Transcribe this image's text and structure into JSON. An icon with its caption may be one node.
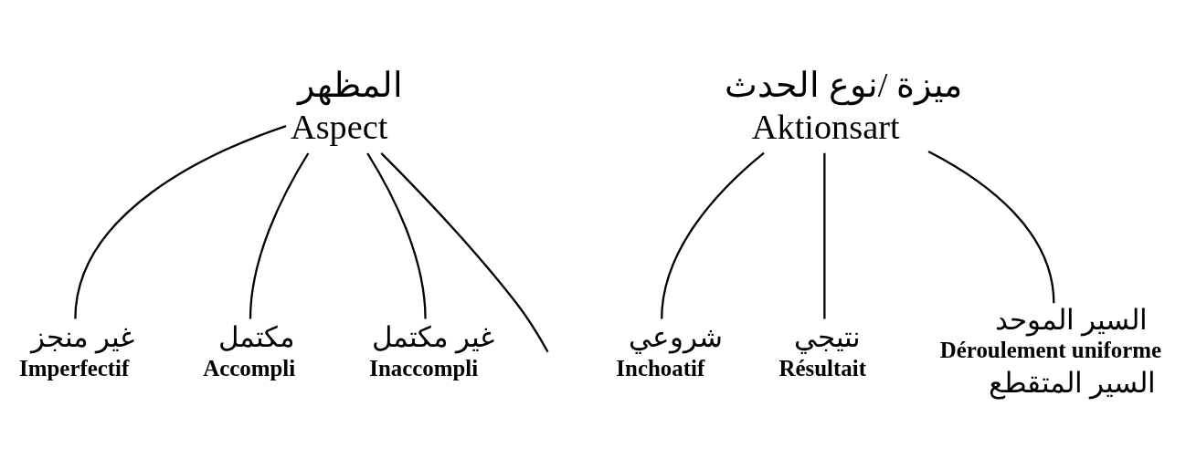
{
  "diagram": {
    "nodes": [
      {
        "text": [
          "المظهر",
          "Aspect"
        ]
      },
      {
        "text": [
          "غير منجز",
          "Imperfectif"
        ]
      },
      {
        "text": [
          "مكتمل",
          "Accompli"
        ]
      },
      {
        "text": [
          "غير مكتمل",
          "Inaccompli"
        ]
      },
      {
        "text": [
          "ميزة /نوع الحدث",
          "Aktionsart"
        ]
      },
      {
        "text": [
          "شروعي",
          "Inchoatif"
        ]
      },
      {
        "text": [
          "نتيجي",
          "Résultait"
        ]
      },
      {
        "text": [
          "السير الموحد",
          "Déroulement uniforme"
        ],
        "beside": [
          "السير المتقطع"
        ]
      }
    ],
    "edges": [
      {
        "from": 0,
        "to": null,
        "arrow": "none"
      },
      {
        "from": 0,
        "to": 1,
        "arrow": "none"
      },
      {
        "from": 0,
        "to": 2,
        "arrow": "none"
      },
      {
        "from": 0,
        "to": 3,
        "arrow": "none"
      },
      {
        "from": 4,
        "to": 5,
        "arrow": "none"
      },
      {
        "from": 4,
        "to": 6,
        "arrow": "none"
      },
      {
        "from": 4,
        "to": 7,
        "arrow": "none"
      }
    ]
  }
}
